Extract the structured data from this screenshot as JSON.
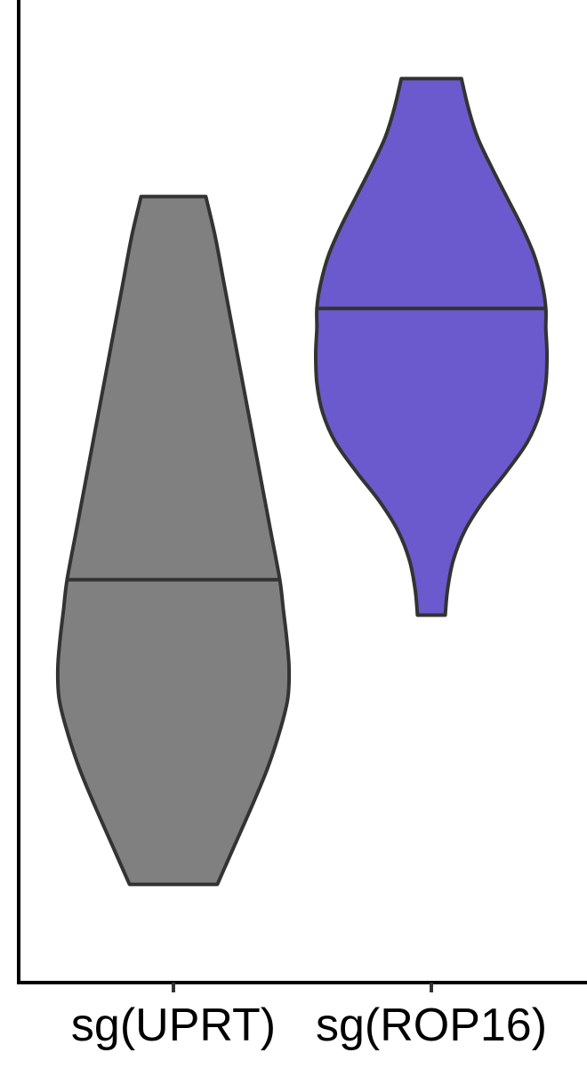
{
  "chart_data": {
    "type": "violin",
    "title": "",
    "xlabel": "",
    "ylabel": "",
    "categories": [
      "sg(UPRT)",
      "sg(ROP16)"
    ],
    "ylim": [
      0,
      1
    ],
    "grid": false,
    "legend": "none",
    "series": [
      {
        "category": "sg(UPRT)",
        "color": "#808080",
        "min": 0.1,
        "max": 0.8,
        "median": 0.41,
        "density": [
          [
            0.1,
            0.38
          ],
          [
            0.14,
            0.53
          ],
          [
            0.18,
            0.68
          ],
          [
            0.22,
            0.82
          ],
          [
            0.26,
            0.93
          ],
          [
            0.29,
            0.99
          ],
          [
            0.32,
            1.0
          ],
          [
            0.35,
            0.98
          ],
          [
            0.38,
            0.95
          ],
          [
            0.41,
            0.92
          ],
          [
            0.46,
            0.84
          ],
          [
            0.51,
            0.76
          ],
          [
            0.56,
            0.68
          ],
          [
            0.61,
            0.6
          ],
          [
            0.66,
            0.52
          ],
          [
            0.71,
            0.44
          ],
          [
            0.76,
            0.36
          ],
          [
            0.8,
            0.28
          ]
        ]
      },
      {
        "category": "sg(ROP16)",
        "color": "#6A5ACD",
        "min": 0.374,
        "max": 0.92,
        "median": 0.686,
        "density": [
          [
            0.374,
            0.12
          ],
          [
            0.4,
            0.14
          ],
          [
            0.43,
            0.19
          ],
          [
            0.46,
            0.29
          ],
          [
            0.49,
            0.45
          ],
          [
            0.52,
            0.65
          ],
          [
            0.55,
            0.83
          ],
          [
            0.58,
            0.94
          ],
          [
            0.61,
            0.99
          ],
          [
            0.64,
            1.0
          ],
          [
            0.666,
            0.99
          ],
          [
            0.686,
            0.99
          ],
          [
            0.71,
            0.96
          ],
          [
            0.74,
            0.89
          ],
          [
            0.77,
            0.78
          ],
          [
            0.8,
            0.65
          ],
          [
            0.83,
            0.52
          ],
          [
            0.86,
            0.4
          ],
          [
            0.89,
            0.32
          ],
          [
            0.92,
            0.26
          ]
        ]
      }
    ]
  }
}
